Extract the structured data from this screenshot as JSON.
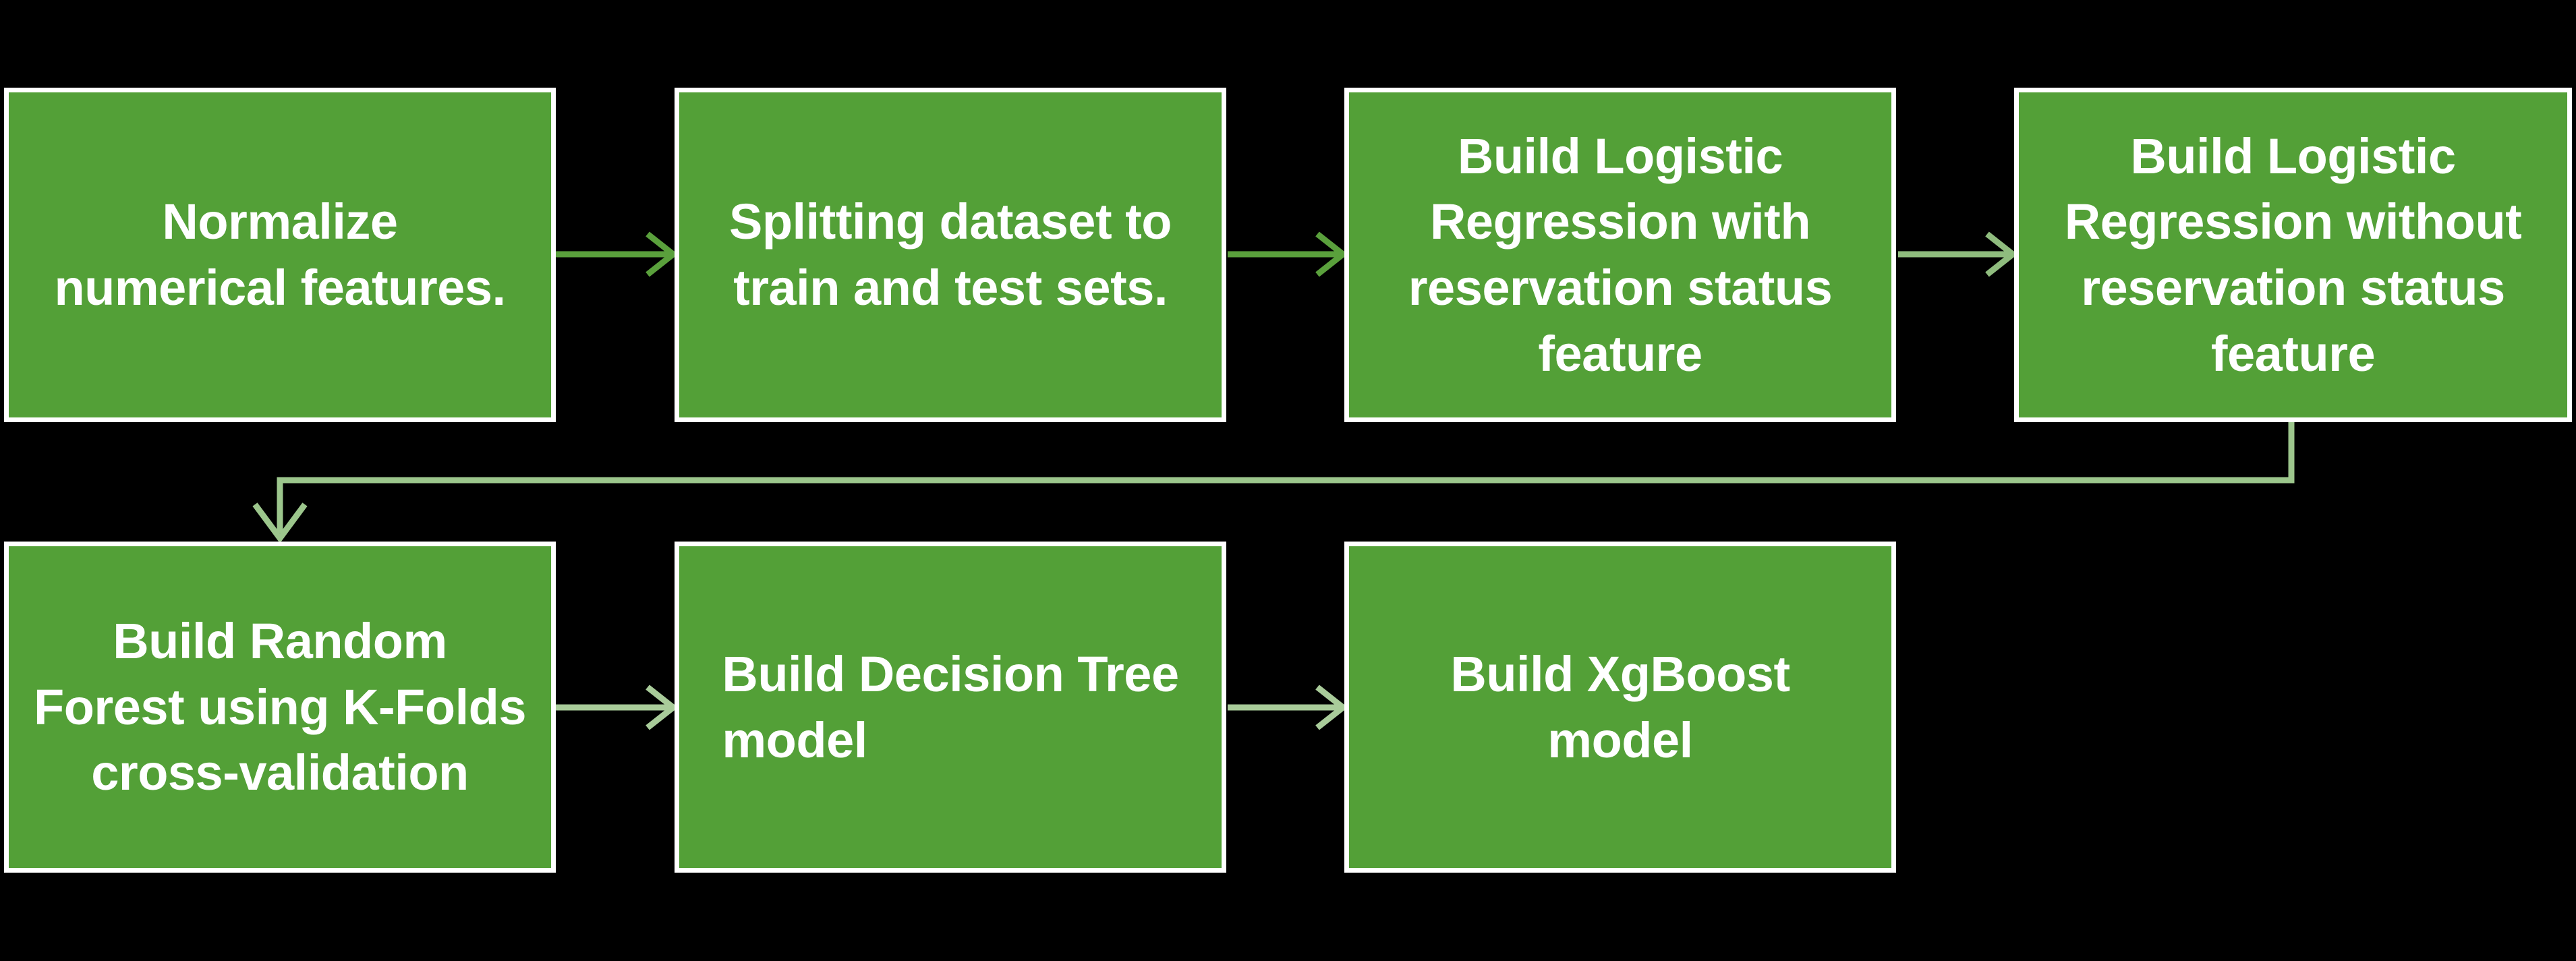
{
  "diagram": {
    "title": "Machine learning modelling pipeline flowchart",
    "background_color": "#000000",
    "node_fill_color": "#53A037",
    "node_border_color": "#FFFFFF",
    "node_text_color": "#FFFFFF",
    "arrow_color_top_row": "#5AA03C",
    "arrow_color_bottom_row": "#A9CC9A",
    "connector_color": "#9CC68C"
  },
  "nodes": [
    {
      "id": "normalize",
      "label": "Normalize\nnumerical features.",
      "row": "top",
      "order": 1
    },
    {
      "id": "split",
      "label": "Splitting dataset to\ntrain and test sets.",
      "row": "top",
      "order": 2
    },
    {
      "id": "logreg-with",
      "label": "Build Logistic\nRegression with\nreservation status\nfeature",
      "row": "top",
      "order": 3
    },
    {
      "id": "logreg-without",
      "label": "Build Logistic\nRegression without\nreservation status\nfeature",
      "row": "top",
      "order": 4
    },
    {
      "id": "random-forest",
      "label": "Build Random\nForest using K-Folds\ncross-validation",
      "row": "bottom",
      "order": 5
    },
    {
      "id": "decision-tree",
      "label": "Build Decision Tree\nmodel",
      "row": "bottom",
      "order": 6
    },
    {
      "id": "xgboost",
      "label": "Build XgBoost\nmodel",
      "row": "bottom",
      "order": 7
    }
  ],
  "edges": [
    {
      "id": "edge-1",
      "from": "normalize",
      "to": "split",
      "style": "straight-right"
    },
    {
      "id": "edge-2",
      "from": "split",
      "to": "logreg-with",
      "style": "straight-right"
    },
    {
      "id": "edge-3",
      "from": "logreg-with",
      "to": "logreg-without",
      "style": "straight-right"
    },
    {
      "id": "edge-4",
      "from": "logreg-without",
      "to": "random-forest",
      "style": "wrap-down-left"
    },
    {
      "id": "edge-5",
      "from": "random-forest",
      "to": "decision-tree",
      "style": "straight-right"
    },
    {
      "id": "edge-6",
      "from": "decision-tree",
      "to": "xgboost",
      "style": "straight-right"
    }
  ]
}
